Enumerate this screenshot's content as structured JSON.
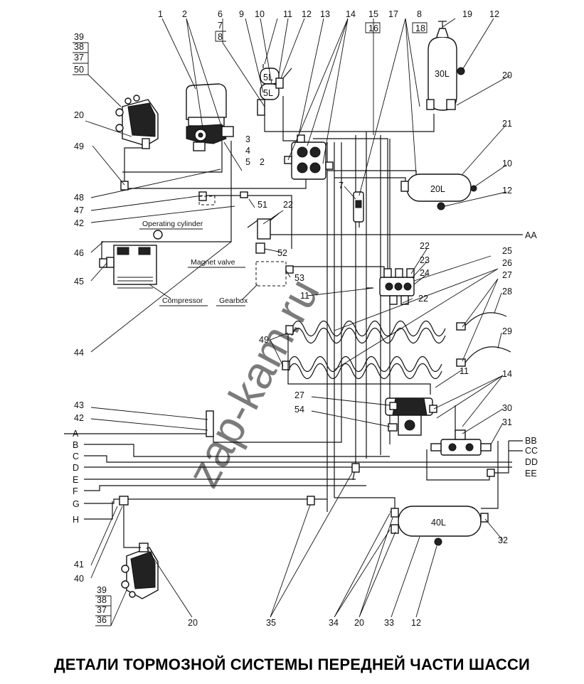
{
  "caption": "ДЕТАЛИ ТОРМОЗНОЙ СИСТЕМЫ ПЕРЕДНЕЙ ЧАСТИ ШАССИ",
  "watermark": "zap-kam.ru",
  "labels": {
    "operating_cylinder": "Operating cylinder",
    "magnet_valve": "Magnet valve",
    "compressor": "Compressor",
    "gearbox": "Gearbox"
  },
  "tanks": {
    "t30": "30L",
    "t20": "20L",
    "t40": "40L",
    "v5a": "5L",
    "v5b": "5L"
  },
  "line_letters_left": [
    "A",
    "B",
    "C",
    "D",
    "E",
    "F",
    "G",
    "H"
  ],
  "line_letters_right": [
    "AA",
    "BB",
    "CC",
    "DD",
    "EE"
  ],
  "callouts": [
    "1",
    "2",
    "6",
    "7",
    "8",
    "9",
    "10",
    "11",
    "12",
    "13",
    "14",
    "15",
    "16",
    "17",
    "8",
    "18",
    "19",
    "12",
    "39",
    "38",
    "37",
    "50",
    "20",
    "49",
    "48",
    "47",
    "42",
    "46",
    "45",
    "44",
    "3",
    "4",
    "5",
    "2",
    "51",
    "22",
    "52",
    "53",
    "20",
    "21",
    "10",
    "12",
    "7",
    "22",
    "23",
    "24",
    "25",
    "26",
    "27",
    "28",
    "29",
    "11",
    "22",
    "49",
    "11",
    "14",
    "27",
    "54",
    "43",
    "42",
    "30",
    "31",
    "32",
    "41",
    "40",
    "39",
    "38",
    "37",
    "36",
    "20",
    "35",
    "34",
    "20",
    "33",
    "12"
  ]
}
